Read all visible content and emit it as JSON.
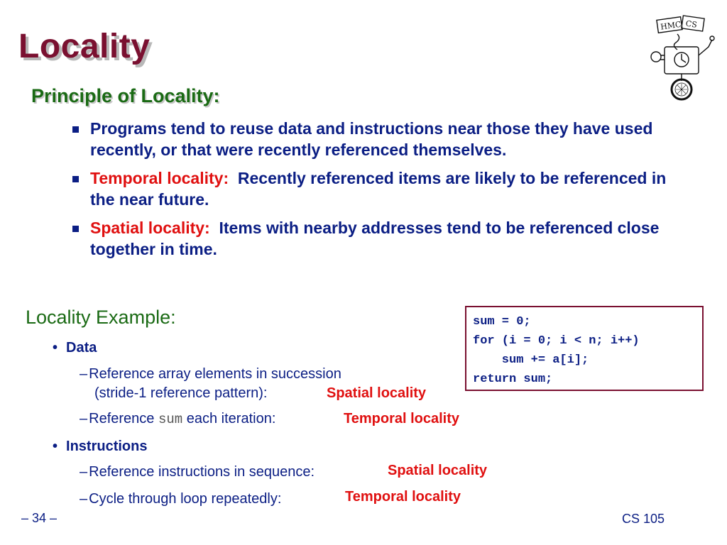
{
  "slide": {
    "title": "Locality",
    "logo_text": {
      "left": "HMC",
      "right": "CS"
    }
  },
  "principle": {
    "heading": "Principle of Locality:",
    "bullets": [
      {
        "label": "",
        "text": "Programs tend to reuse data and instructions near those they have used recently, or that were recently referenced themselves."
      },
      {
        "label": "Temporal locality:",
        "text": "Recently referenced items are likely to be referenced in the near future."
      },
      {
        "label": "Spatial locality:",
        "text": "Items with nearby addresses tend to be referenced close together in time."
      }
    ]
  },
  "example": {
    "heading": "Locality Example:",
    "data_label": "Data",
    "data_items": [
      {
        "line1": "Reference array elements in succession",
        "line2": "(stride-1 reference pattern):",
        "tag": "Spatial locality"
      },
      {
        "before": "Reference",
        "code": "sum",
        "after": "each iteration:",
        "tag": "Temporal locality"
      }
    ],
    "instructions_label": "Instructions",
    "instruction_items": [
      {
        "text": "Reference instructions in sequence:",
        "tag": "Spatial locality"
      },
      {
        "text": "Cycle through loop repeatedly:",
        "tag": "Temporal locality"
      }
    ]
  },
  "code": [
    "sum = 0;",
    "for (i = 0; i < n; i++)",
    "    sum += a[i];",
    "return sum;"
  ],
  "footer": {
    "page": "– 34 –",
    "course": "CS 105"
  },
  "colors": {
    "title": "#7a1030",
    "heading": "#1a6a14",
    "body": "#0b1e84",
    "emphasis": "#e01010"
  }
}
